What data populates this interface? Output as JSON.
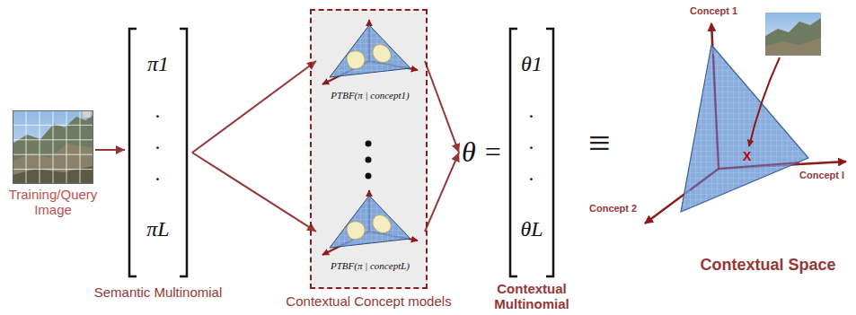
{
  "diagram": {
    "nodes": [
      {
        "text": [
          "Training/Query Image"
        ]
      },
      {
        "text": [
          "π1",
          ".",
          ".",
          ".",
          "πL",
          "Semantic Multinomial"
        ]
      },
      {
        "text": [
          "Contextual Concept models"
        ]
      },
      {
        "text": [
          "PTBF(π | concept1)"
        ],
        "in": 2
      },
      {
        "text": [
          "PTBF(π | conceptL)"
        ],
        "in": 2
      },
      {
        "text": [
          "θ =",
          "θ1",
          ".",
          ".",
          ".",
          "θL",
          "Contextual Multinomial"
        ]
      },
      {
        "text": [
          "Contextual Space"
        ]
      }
    ],
    "edges": [
      {
        "from": 0,
        "to": 1,
        "arrow": "to"
      },
      {
        "from": 1,
        "to": 3,
        "arrow": "to"
      },
      {
        "from": 1,
        "to": 4,
        "arrow": "to"
      },
      {
        "from": 3,
        "to": 5,
        "arrow": "to"
      },
      {
        "from": 4,
        "to": 5,
        "arrow": "to"
      }
    ],
    "labels": [
      "≡",
      "Concept 1",
      "Concept l",
      "Concept 2",
      "X"
    ]
  }
}
